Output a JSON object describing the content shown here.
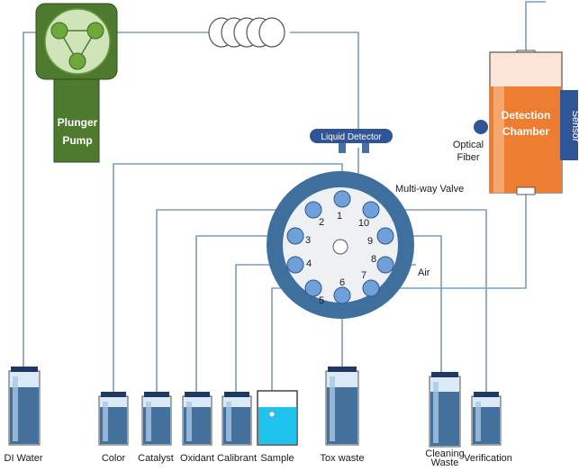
{
  "pump": {
    "label_line1": "Plunger",
    "label_line2": "Pump"
  },
  "liquid_detector": {
    "label": "Liquid Detector"
  },
  "valve": {
    "title": "Multi-way Valve",
    "ports": [
      "1",
      "2",
      "3",
      "4",
      "5",
      "6",
      "7",
      "8",
      "9",
      "10"
    ],
    "air_label": "Air"
  },
  "detection": {
    "label_line1": "Detection",
    "label_line2": "Chamber",
    "sensor_label": "Sensor",
    "optical_line1": "Optical",
    "optical_line2": "Fiber"
  },
  "bottles": {
    "di_water": "DI Water",
    "color": "Color",
    "catalyst": "Catalyst",
    "oxidant": "Oxidant",
    "calibrant": "Calibrant",
    "sample": "Sample",
    "tox_waste": "Tox waste",
    "cleaning_waste_line1": "Cleaning",
    "cleaning_waste_line2": "Waste",
    "verification": "Verification"
  },
  "colors": {
    "pump_green": "#4e7a2f",
    "valve_blue": "#3f6f9c",
    "port_blue": "#6fa0d8",
    "chamber_orange": "#ed7d31",
    "sensor_blue": "#2f5597",
    "sample_cyan": "#1fc4ee"
  }
}
